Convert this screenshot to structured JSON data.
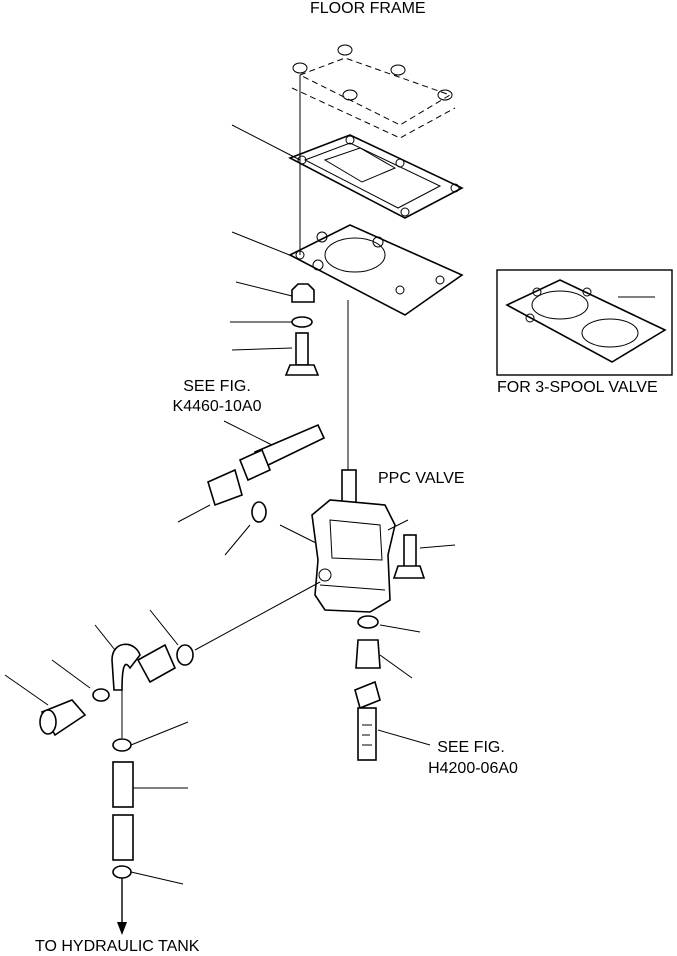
{
  "labels": {
    "floor_frame": "FLOOR FRAME",
    "see_fig_1_line1": "SEE FIG.",
    "see_fig_1_line2": "K4460-10A0",
    "ppc_valve": "PPC VALVE",
    "for_3_spool": "FOR 3-SPOOL VALVE",
    "see_fig_2_line1": "SEE FIG.",
    "see_fig_2_line2": "H4200-06A0",
    "to_tank": "TO HYDRAULIC TANK"
  },
  "colors": {
    "ink": "#000000",
    "paper": "#ffffff"
  }
}
